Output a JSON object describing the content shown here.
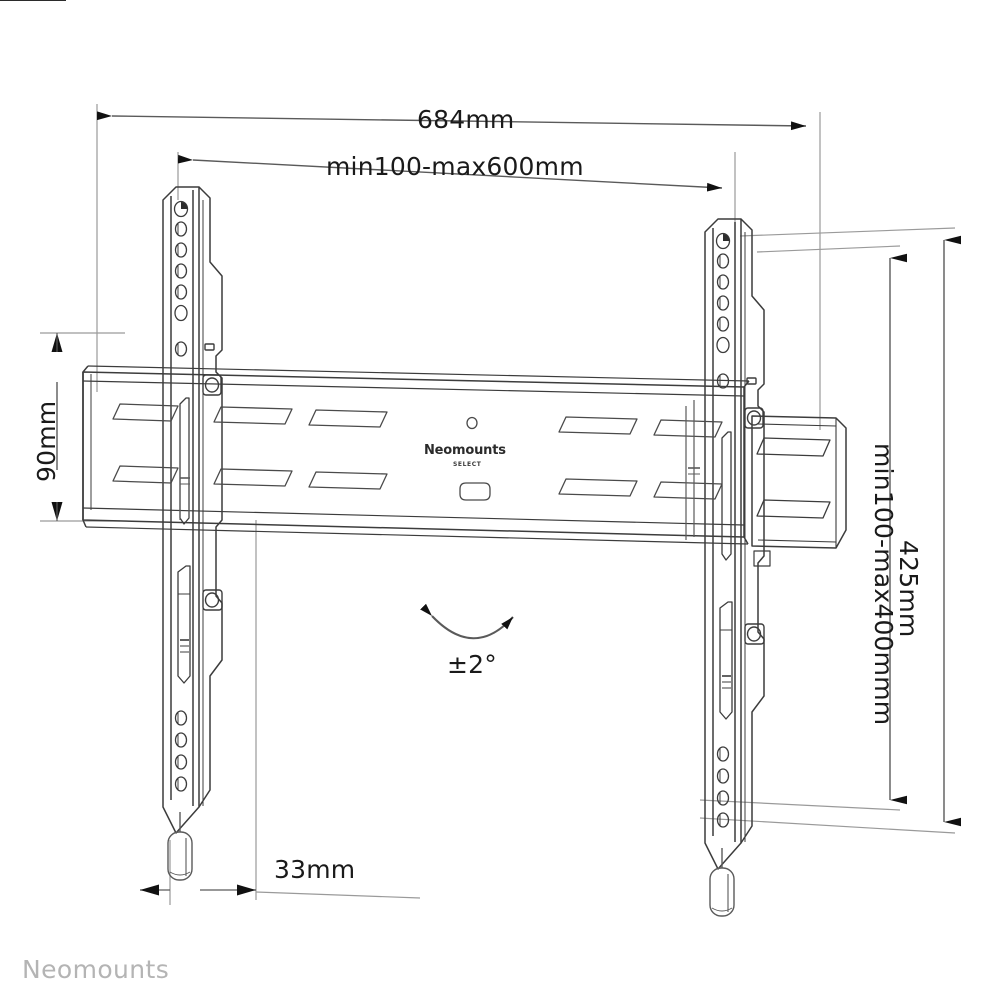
{
  "product": {
    "brand": "Neomounts",
    "brand_sub": "SELECT",
    "watermark": "Neomounts",
    "type": "flat-fixed-tv-wall-mount",
    "view": "front-elevation-technical-drawing"
  },
  "dimensions": {
    "overall_width": {
      "label": "684mm",
      "value": 684,
      "unit": "mm",
      "orientation": "horizontal",
      "position": "top-outer"
    },
    "vesa_horizontal": {
      "label": "min100-max600mm",
      "min": 100,
      "max": 600,
      "unit": "mm",
      "orientation": "horizontal",
      "position": "top-inner"
    },
    "overall_height": {
      "label": "425mm",
      "value": 425,
      "unit": "mm",
      "orientation": "vertical",
      "position": "right-outer"
    },
    "vesa_vertical": {
      "label": "min100-max400mmm",
      "min": 100,
      "max": 400,
      "unit": "mm",
      "orientation": "vertical",
      "position": "right-inner"
    },
    "wall_plate_height": {
      "label": "90mm",
      "value": 90,
      "unit": "mm",
      "orientation": "vertical",
      "position": "left-outer"
    },
    "depth_from_wall": {
      "label": "33mm",
      "value": 33,
      "unit": "mm",
      "orientation": "horizontal",
      "position": "bottom"
    }
  },
  "tilt": {
    "label": "±2°",
    "value": 2,
    "unit": "degrees",
    "icon": "curved-double-arrow-icon"
  },
  "colors": {
    "line": "#3c3c3c",
    "line_light": "#8a8a8a",
    "dimension": "#6e6e6e",
    "text": "#1a1a1a",
    "watermark": "#b4b4b4",
    "background": "#ffffff"
  }
}
